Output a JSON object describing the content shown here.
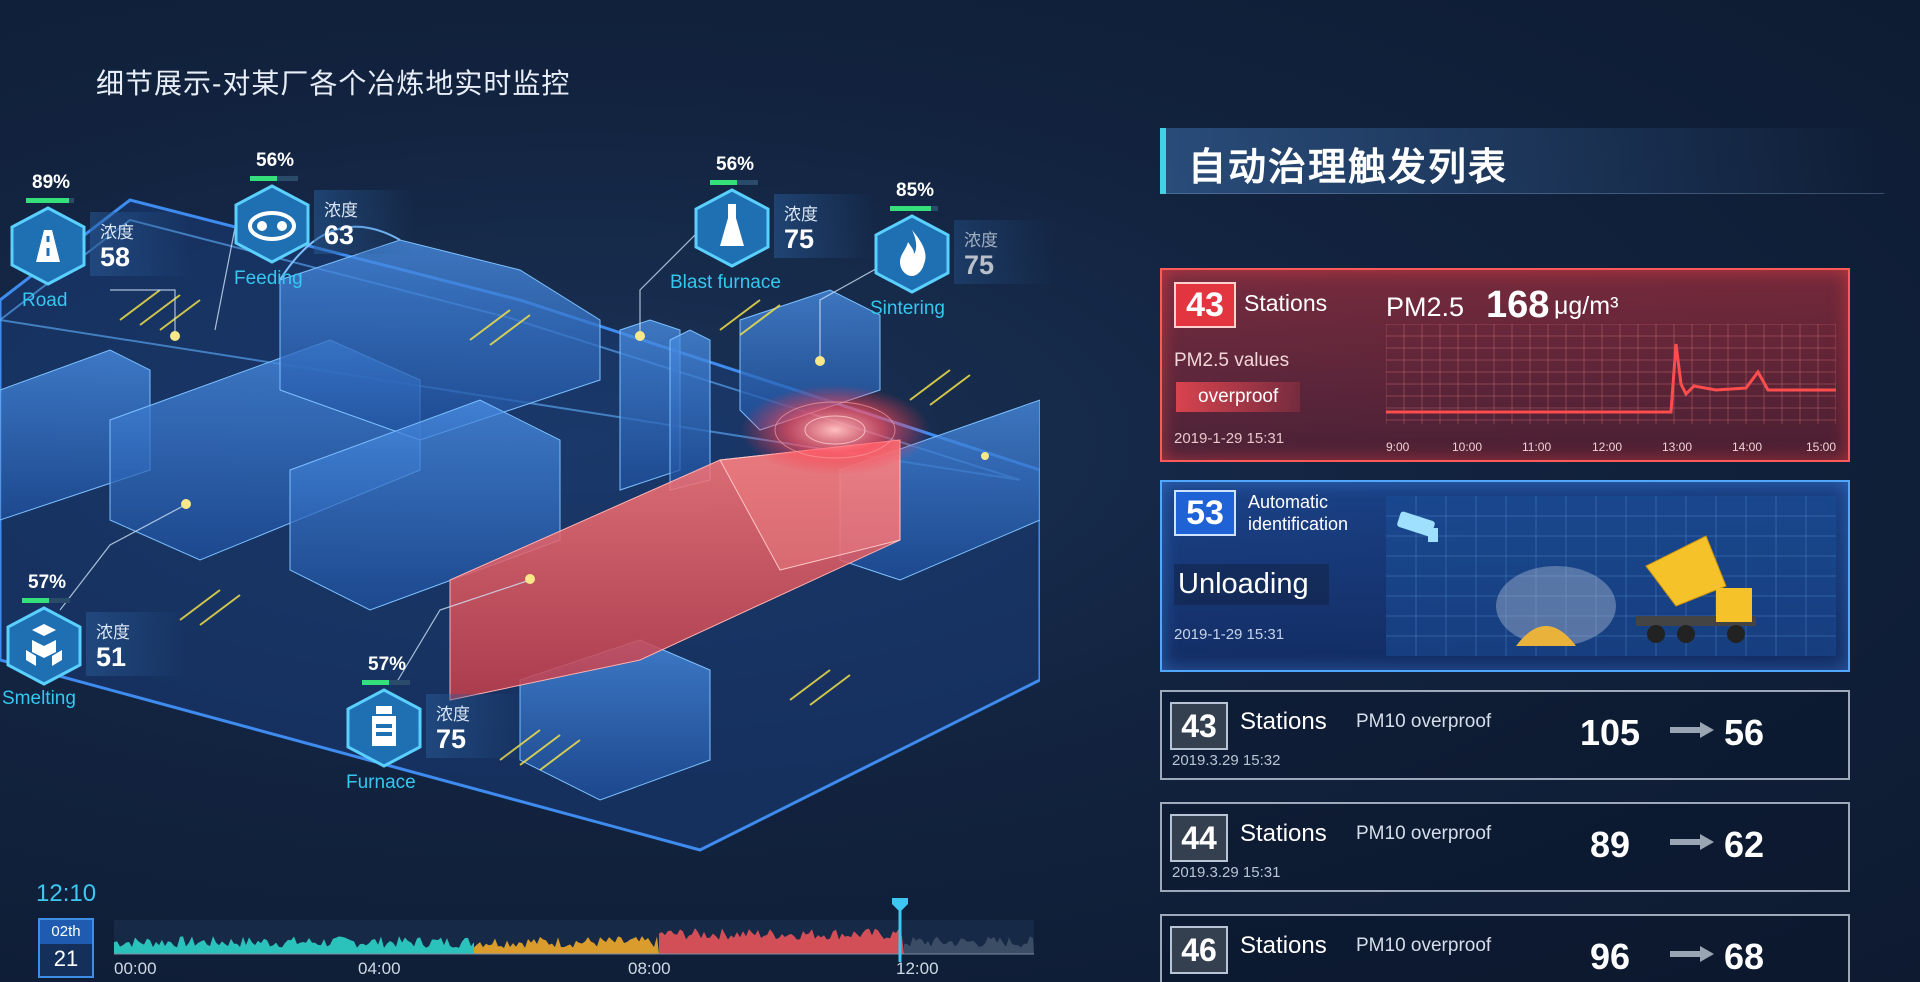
{
  "page_title": "细节展示-对某厂各个冶炼地实时监控",
  "sites": [
    {
      "name": "Road",
      "percent": "89%",
      "percent_value": 0.89,
      "metric": "浓度",
      "value": "58",
      "icon": "road-icon"
    },
    {
      "name": "Feeding",
      "percent": "56%",
      "percent_value": 0.56,
      "metric": "浓度",
      "value": "63",
      "icon": "conveyor-icon"
    },
    {
      "name": "Blast furnace",
      "percent": "56%",
      "percent_value": 0.56,
      "metric": "浓度",
      "value": "75",
      "icon": "blast-furnace-icon"
    },
    {
      "name": "Sintering",
      "percent": "85%",
      "percent_value": 0.85,
      "metric": "浓度",
      "value": "75",
      "icon": "flame-icon"
    },
    {
      "name": "Smelting",
      "percent": "57%",
      "percent_value": 0.57,
      "metric": "浓度",
      "value": "51",
      "icon": "blocks-icon"
    },
    {
      "name": "Furnace",
      "percent": "57%",
      "percent_value": 0.57,
      "metric": "浓度",
      "value": "75",
      "icon": "furnace-icon"
    }
  ],
  "timeline": {
    "current_time": "12:10",
    "date_top": "02th",
    "date_bottom": "21",
    "ticks": [
      "00:00",
      "04:00",
      "08:00",
      "12:00"
    ]
  },
  "panel": {
    "title": "自动治理触发列表",
    "pm25_card": {
      "count": "43",
      "count_label": "Stations",
      "pollutant": "PM2.5",
      "value": "168",
      "unit": "μg/m³",
      "desc": "PM2.5 values",
      "status": "overproof",
      "time": "2019-1-29 15:31",
      "chart_ticks": [
        "9:00",
        "10:00",
        "11:00",
        "12:00",
        "13:00",
        "14:00",
        "15:00"
      ]
    },
    "unload_card": {
      "count": "53",
      "label_line1": "Automatic",
      "label_line2": "identification",
      "event": "Unloading",
      "time": "2019-1-29 15:31"
    },
    "items": [
      {
        "count": "43",
        "label": "Stations",
        "desc": "PM10 overproof",
        "time": "2019.3.29  15:32",
        "from": "105",
        "to": "56"
      },
      {
        "count": "44",
        "label": "Stations",
        "desc": "PM10 overproof",
        "time": "2019.3.29  15:31",
        "from": "89",
        "to": "62"
      },
      {
        "count": "46",
        "label": "Stations",
        "desc": "PM10 overproof",
        "time": "",
        "from": "96",
        "to": "68"
      }
    ]
  },
  "colors": {
    "accent": "#35c7f0",
    "alert": "#ff5a5a",
    "info": "#4fa7ff",
    "ok": "#35e07a"
  }
}
